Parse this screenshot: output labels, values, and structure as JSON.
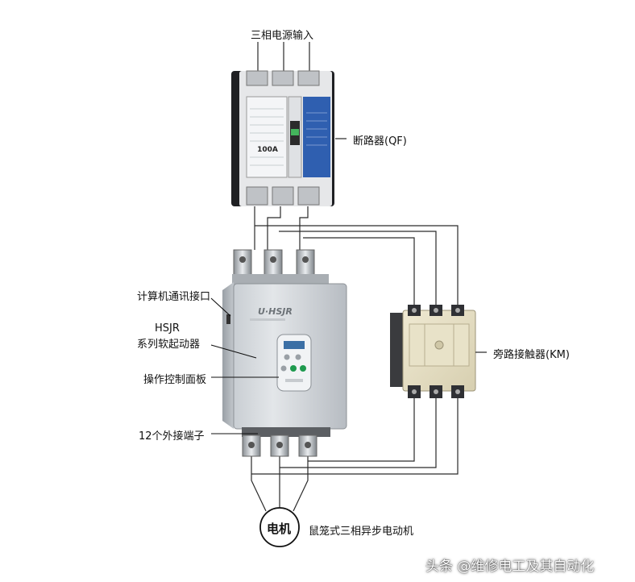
{
  "labels": {
    "power_input": "三相电源输入",
    "breaker": "断路器(QF)",
    "comm_port": "计算机通讯接口",
    "model_line1": "HSJR",
    "model_line2": "系列软起动器",
    "panel": "操作控制面板",
    "terminals": "12个外接端子",
    "contactor": "旁路接触器(KM)",
    "motor_type": "鼠笼式三相异步电动机",
    "motor_symbol": "电机"
  },
  "breaker_nameplate": {
    "rating": "100A"
  },
  "watermark": "头条 @维修电工及其自动化"
}
